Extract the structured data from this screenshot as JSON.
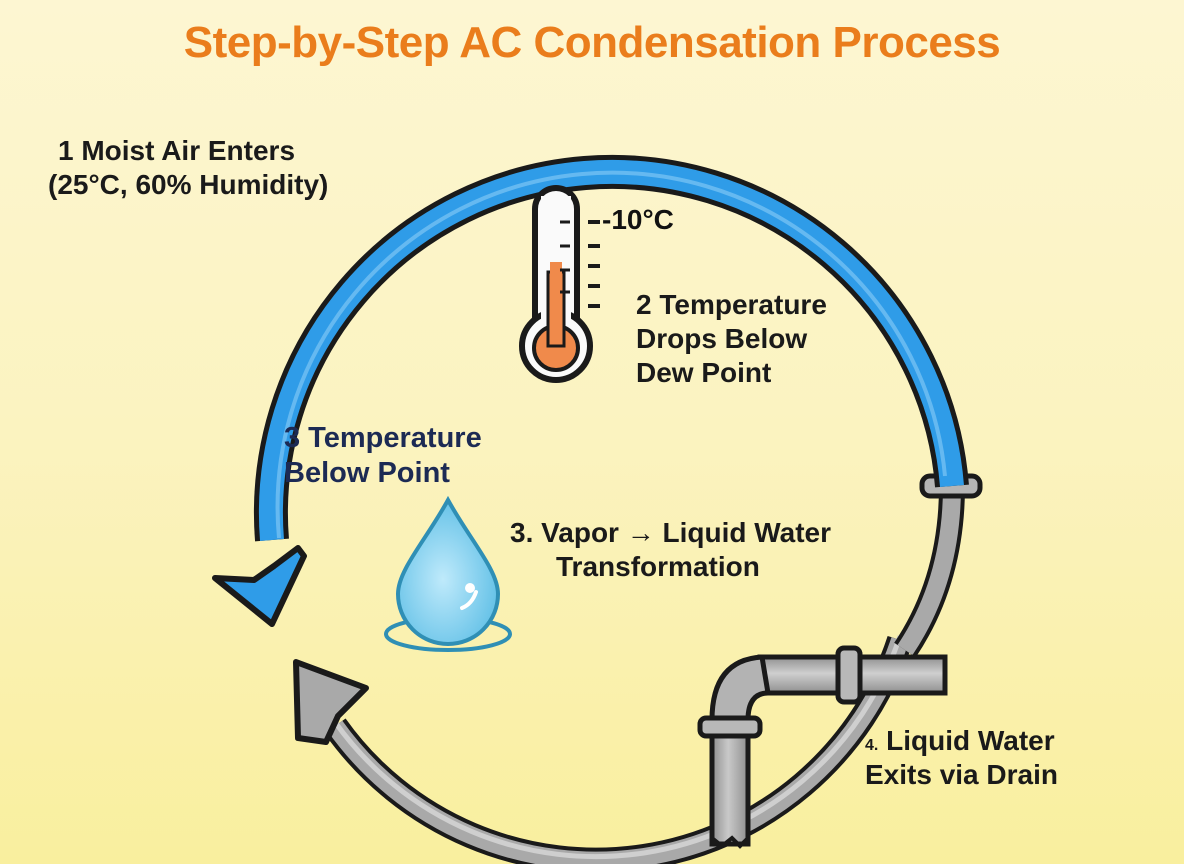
{
  "title": "Step-by-Step AC Condensation Process",
  "steps": {
    "step1": {
      "line1": "1 Moist Air Enters",
      "line2": "(25°C, 60% Humidity)"
    },
    "step2": {
      "line1": "2 Temperature",
      "line2": "Drops Below",
      "line3": "Dew Point"
    },
    "step3a": {
      "line1": "3 Temperature",
      "line2": "Below Point"
    },
    "step3b": {
      "number": "3.",
      "line1": "Vapor → Liquid Water",
      "line2": "Transformation"
    },
    "step4": {
      "number": "4.",
      "line1": "Liquid Water",
      "line2": "Exits via Drain"
    }
  },
  "thermometer": {
    "reading": "-10°C"
  },
  "colors": {
    "title": "#ea7d1c",
    "blue_arrow": "#2f9ce8",
    "gray_pipe": "#a8a8a8",
    "outline": "#1a1a1a",
    "water_drop": "#7fd0ee",
    "thermometer_fluid": "#f08a4b"
  },
  "icons": {
    "thermometer": "thermometer-icon",
    "water_drop": "water-drop-icon",
    "drain_pipe": "drain-pipe-icon",
    "cycle_arrow": "cycle-arrow-icon"
  }
}
